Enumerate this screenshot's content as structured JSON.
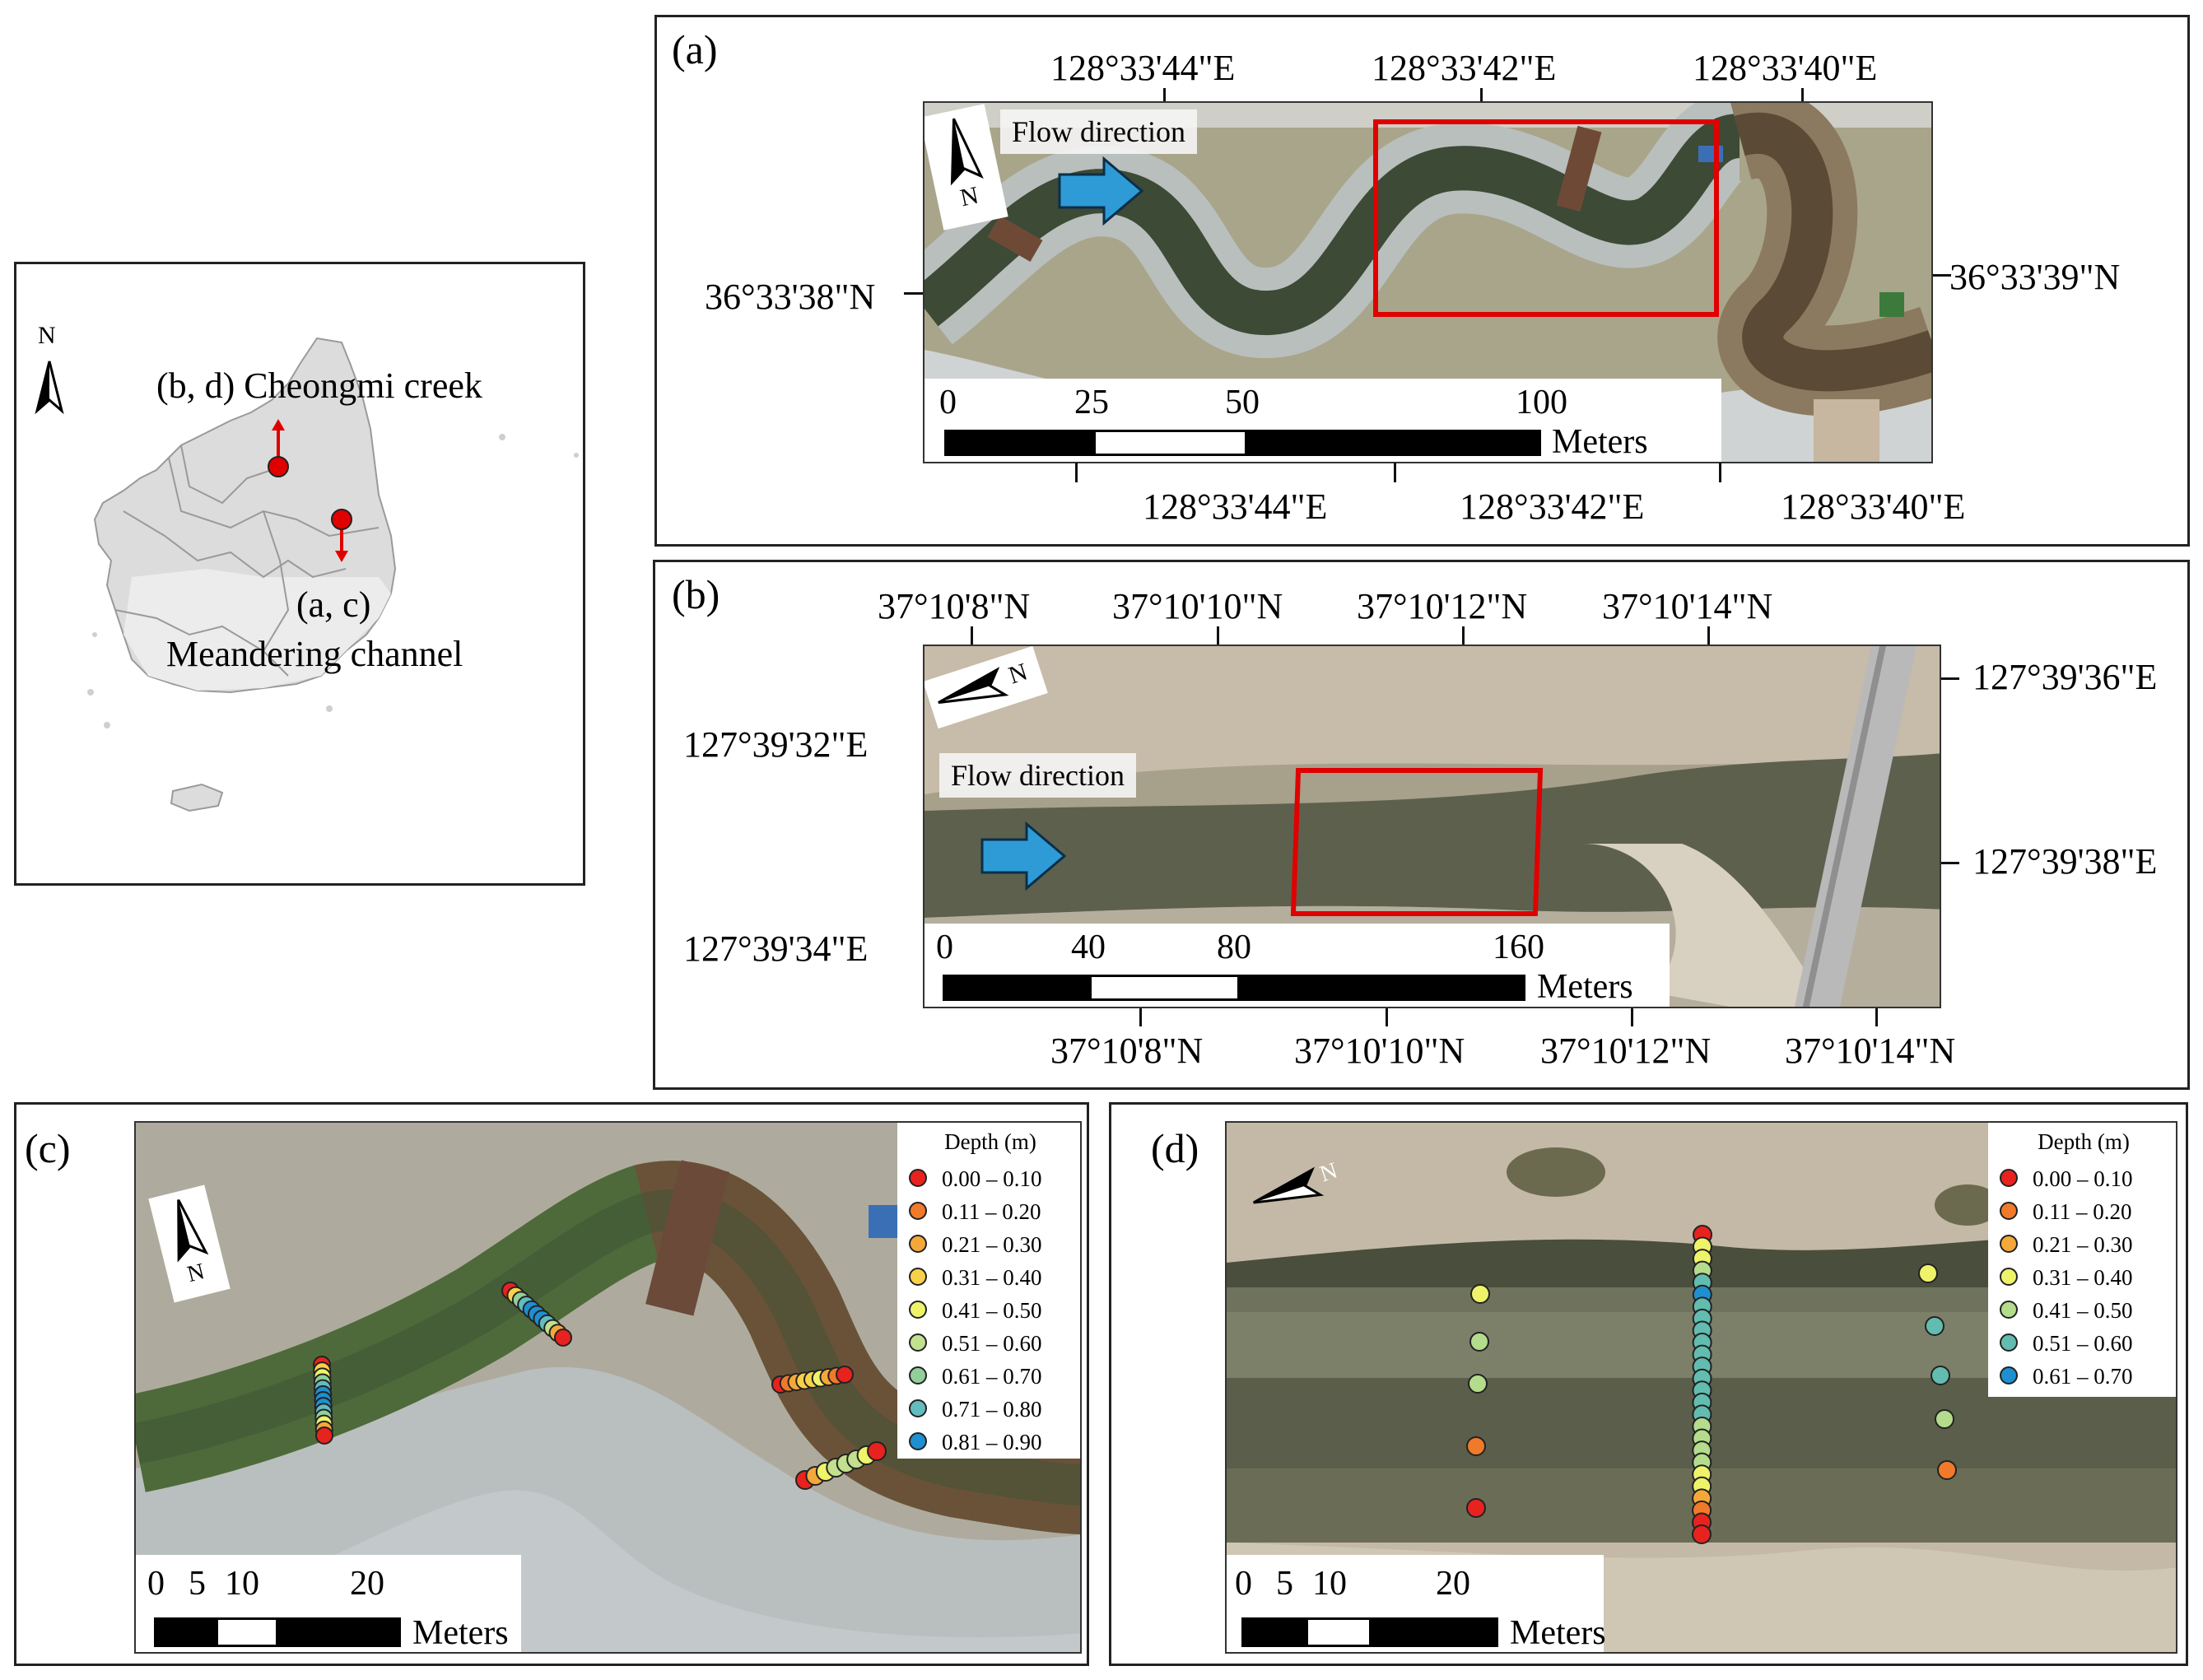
{
  "overview": {
    "north_label": "N",
    "label_bd": "(b, d) Cheongmi creek",
    "label_ac_1": "(a, c)",
    "label_ac_2": "Meandering channel"
  },
  "panel_a": {
    "label": "(a)",
    "top_coords": [
      "128°33'44\"E",
      "128°33'42\"E",
      "128°33'40\"E"
    ],
    "bottom_coords": [
      "128°33'44\"E",
      "128°33'42\"E",
      "128°33'40\"E"
    ],
    "left_coord": "36°33'38\"N",
    "right_coord": "36°33'39\"N",
    "flow_label": "Flow direction",
    "north_label": "N",
    "scale_ticks": [
      "0",
      "25",
      "50",
      "100"
    ],
    "scale_unit": "Meters"
  },
  "panel_b": {
    "label": "(b)",
    "top_coords": [
      "37°10'8\"N",
      "37°10'10\"N",
      "37°10'12\"N",
      "37°10'14\"N"
    ],
    "bottom_coords": [
      "37°10'8\"N",
      "37°10'10\"N",
      "37°10'12\"N",
      "37°10'14\"N"
    ],
    "left_coords": [
      "127°39'32\"E",
      "127°39'34\"E"
    ],
    "right_coords": [
      "127°39'36\"E",
      "127°39'38\"E"
    ],
    "flow_label": "Flow direction",
    "north_label": "N",
    "scale_ticks": [
      "0",
      "40",
      "80",
      "160"
    ],
    "scale_unit": "Meters"
  },
  "panel_c": {
    "label": "(c)",
    "north_label": "N",
    "legend_title": "Depth (m)",
    "legend": [
      {
        "range": "0.00 – 0.10",
        "color": "#e8221e"
      },
      {
        "range": "0.11 – 0.20",
        "color": "#f07a2a"
      },
      {
        "range": "0.21 – 0.30",
        "color": "#f5a83a"
      },
      {
        "range": "0.31 – 0.40",
        "color": "#f8d14a"
      },
      {
        "range": "0.41 – 0.50",
        "color": "#eef36a"
      },
      {
        "range": "0.51 – 0.60",
        "color": "#c2e08e"
      },
      {
        "range": "0.61 – 0.70",
        "color": "#92cf9a"
      },
      {
        "range": "0.71 – 0.80",
        "color": "#62bcc0"
      },
      {
        "range": "0.81 – 0.90",
        "color": "#1e8fd0"
      }
    ],
    "scale_ticks": [
      "0",
      "5",
      "10",
      "20"
    ],
    "scale_unit": "Meters"
  },
  "panel_d": {
    "label": "(d)",
    "north_label": "N",
    "legend_title": "Depth (m)",
    "legend": [
      {
        "range": "0.00 – 0.10",
        "color": "#e8221e"
      },
      {
        "range": "0.11 – 0.20",
        "color": "#f07a2a"
      },
      {
        "range": "0.21 – 0.30",
        "color": "#f5a83a"
      },
      {
        "range": "0.31 – 0.40",
        "color": "#eef36a"
      },
      {
        "range": "0.41 – 0.50",
        "color": "#b4dc8c"
      },
      {
        "range": "0.51 – 0.60",
        "color": "#62bcb0"
      },
      {
        "range": "0.61 – 0.70",
        "color": "#1e8fd0"
      }
    ],
    "scale_ticks": [
      "0",
      "5",
      "10",
      "20"
    ],
    "scale_unit": "Meters"
  },
  "colors": {
    "red_box": "#e00000",
    "flow_arrow": "#2e9bd6",
    "water_dark": "#3a4a35",
    "bank": "#b9b7a5"
  }
}
